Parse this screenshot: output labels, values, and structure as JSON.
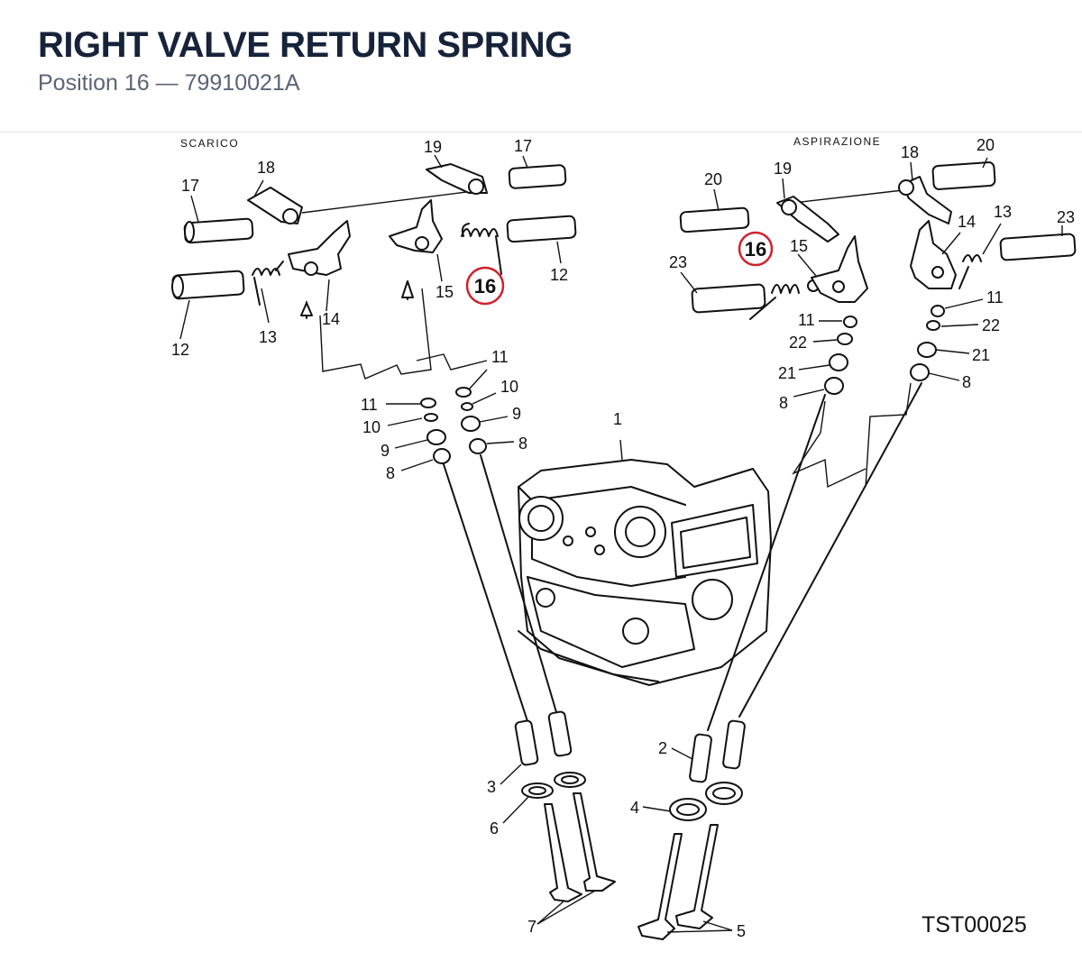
{
  "header": {
    "title": "RIGHT VALVE RETURN SPRING",
    "subtitle": "Position 16 — 79910021A"
  },
  "diagram": {
    "section_exhaust": "SCARICO",
    "section_intake": "ASPIRAZIONE",
    "highlight_number": "16",
    "highlight_color": "#d0202e",
    "reference_code": "TST00025",
    "labels": {
      "l17a": "17",
      "l18a": "18",
      "l19a": "19",
      "l17b": "17",
      "l12a": "12",
      "l13a": "13",
      "l14a": "14",
      "l15a": "15",
      "l12b": "12",
      "l11a": "11",
      "l10a": "10",
      "l9a": "9",
      "l8a": "8",
      "l11b": "11",
      "l10b": "10",
      "l9b": "9",
      "l8b": "8",
      "l1": "1",
      "l20a": "20",
      "l19b": "19",
      "l18b": "18",
      "l20b": "20",
      "l15b": "15",
      "l14b": "14",
      "l13b": "13",
      "l23a": "23",
      "l23b": "23",
      "l11c": "11",
      "l22a": "22",
      "l21a": "21",
      "l8c": "8",
      "l11d": "11",
      "l22b": "22",
      "l21b": "21",
      "l8d": "8",
      "l3": "3",
      "l6": "6",
      "l7": "7",
      "l2": "2",
      "l4": "4",
      "l5": "5"
    }
  }
}
